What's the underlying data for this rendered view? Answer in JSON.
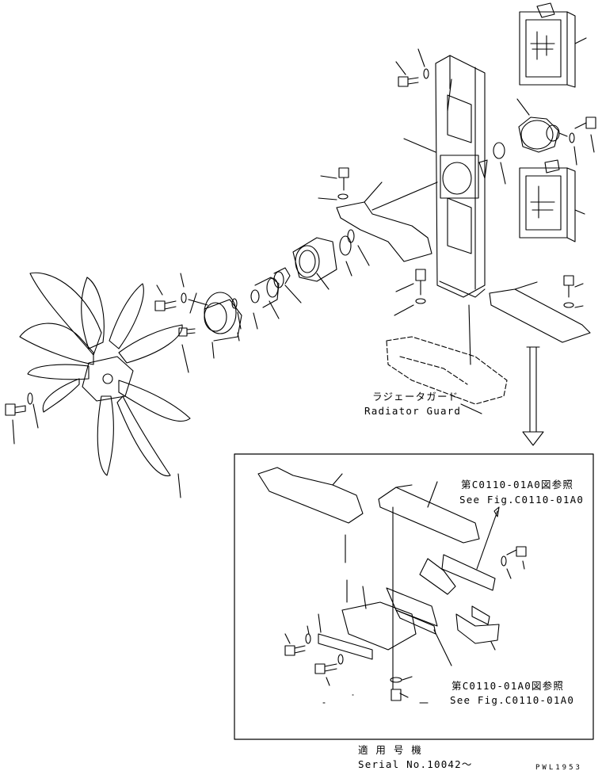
{
  "labels": {
    "radiator_guard_jp": "ラジェータガード",
    "radiator_guard_en": "Radiator Guard",
    "see_fig_jp_1": "第C0110-01A0図参照",
    "see_fig_en_1": "See Fig.C0110-01A0",
    "see_fig_jp_2": "第C0110-01A0図参照",
    "see_fig_en_2": "See Fig.C0110-01A0",
    "serial_jp": "適 用 号 機",
    "serial_en": "Serial No.10042～",
    "drawing_code": "PWL1953"
  },
  "colors": {
    "line": "#000000",
    "background": "#ffffff"
  }
}
